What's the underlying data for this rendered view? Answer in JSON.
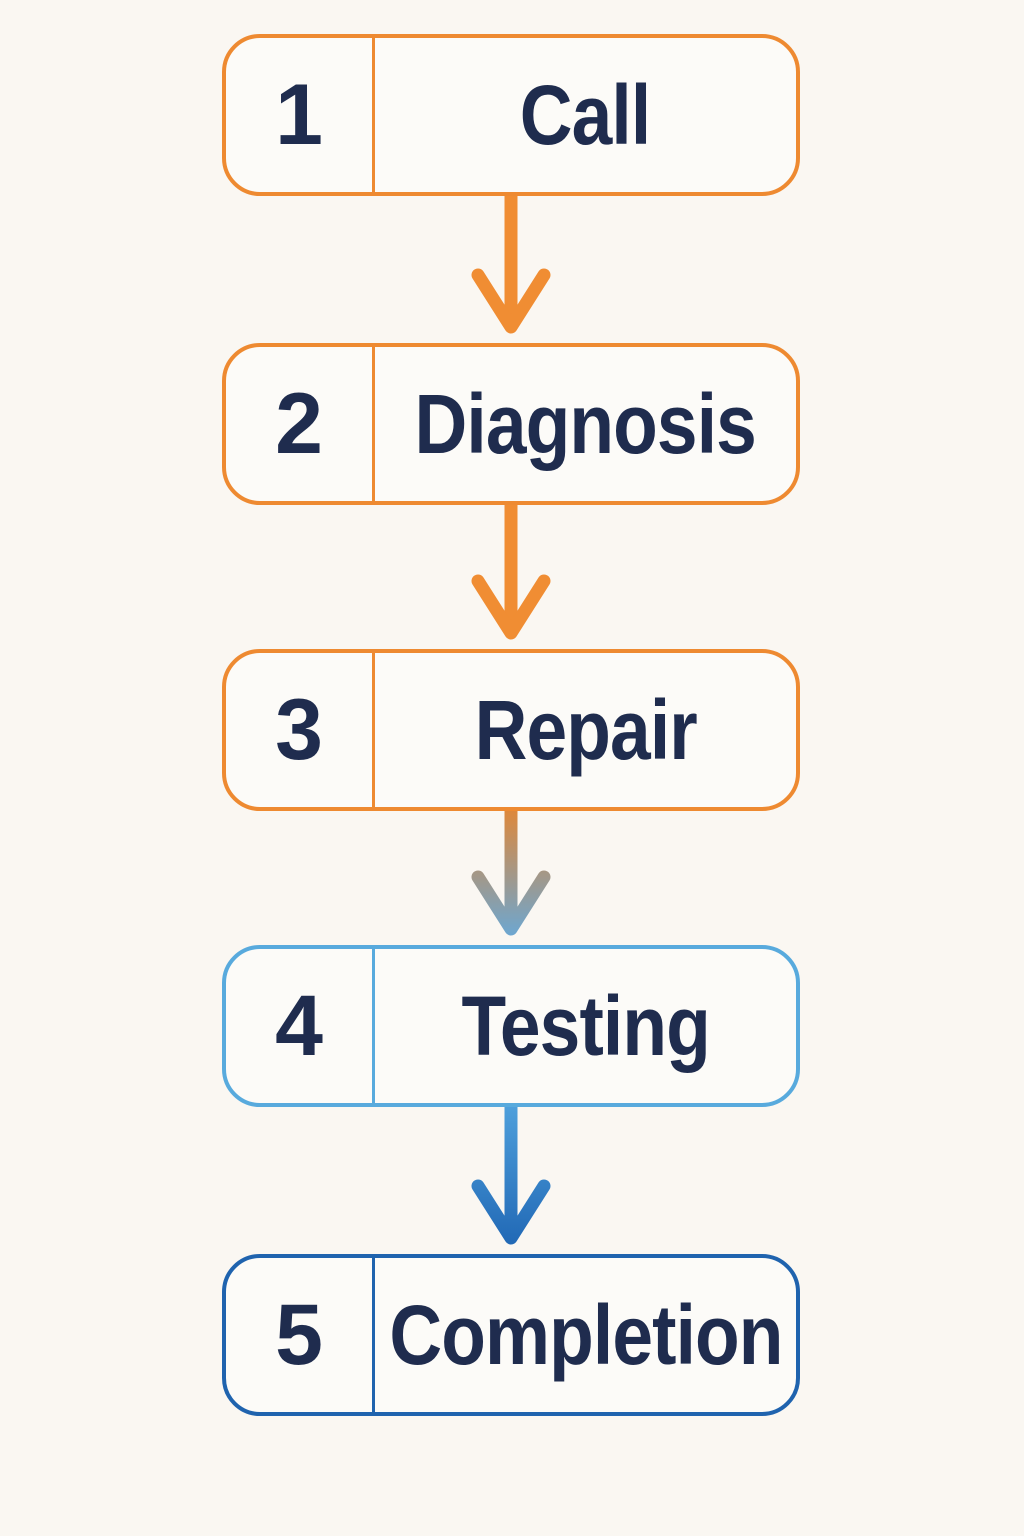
{
  "diagram": {
    "type": "vertical-flowchart",
    "direction": "top-to-bottom"
  },
  "steps": [
    {
      "number": "1",
      "label": "Call"
    },
    {
      "number": "2",
      "label": "Diagnosis"
    },
    {
      "number": "3",
      "label": "Repair"
    },
    {
      "number": "4",
      "label": "Testing"
    },
    {
      "number": "5",
      "label": "Completion"
    }
  ],
  "connectors": [
    {
      "from": "1",
      "to": "2",
      "style": "solid orange arrow"
    },
    {
      "from": "2",
      "to": "3",
      "style": "solid orange arrow"
    },
    {
      "from": "3",
      "to": "4",
      "style": "gradient orange-to-blue arrow"
    },
    {
      "from": "4",
      "to": "5",
      "style": "gradient light-blue-to-dark-blue arrow"
    }
  ],
  "colors": {
    "orange": "#EE8A31",
    "light_blue": "#58AADD",
    "dark_blue": "#1F63AE",
    "arrow_orange": "#F08D33",
    "arrow_gradient_top": "#DD883C",
    "arrow_gradient_bottom": "#64A9DC",
    "arrow_blue_light": "#4E9FDB",
    "arrow_blue_dark": "#1E65B3",
    "text": "#1F2C4E",
    "background": "#FAF7F2",
    "box_fill": "#FCFBF8"
  }
}
